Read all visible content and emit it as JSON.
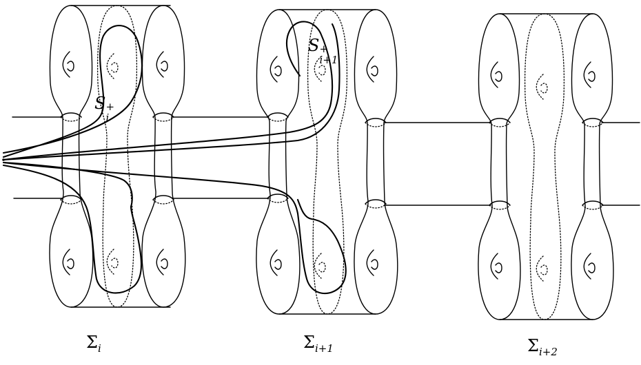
{
  "labels": {
    "sigma_i": {
      "base": "Σ",
      "sub": "i"
    },
    "sigma_i1": {
      "base": "Σ",
      "sub": "i+1"
    },
    "sigma_i2": {
      "base": "Σ",
      "sub": "i+2"
    },
    "s_i": {
      "base": "S",
      "sup": "+",
      "sub": "i"
    },
    "s_i1": {
      "base": "S",
      "sup": "+",
      "sub": "i+1"
    }
  }
}
